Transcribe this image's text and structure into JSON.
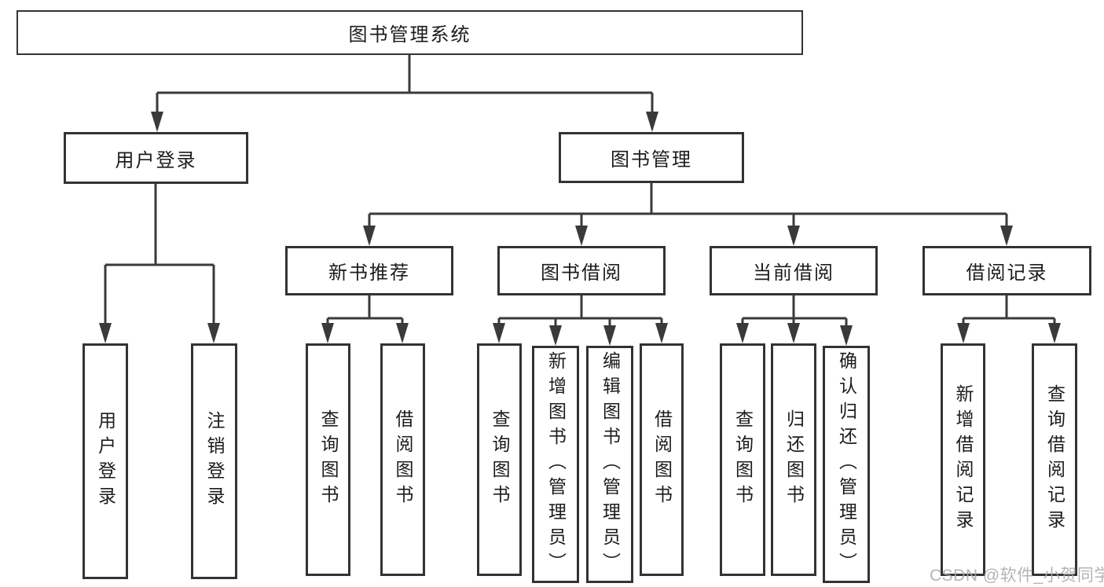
{
  "tree": {
    "label": "图书管理系统",
    "children": [
      {
        "label": "用户登录",
        "children": [
          {
            "label": "用户登录"
          },
          {
            "label": "注销登录"
          }
        ]
      },
      {
        "label": "图书管理",
        "children": [
          {
            "label": "新书推荐",
            "children": [
              {
                "label": "查询图书"
              },
              {
                "label": "借阅图书"
              }
            ]
          },
          {
            "label": "图书借阅",
            "children": [
              {
                "label": "查询图书"
              },
              {
                "label": "新增图书（管理员）"
              },
              {
                "label": "编辑图书（管理员）"
              },
              {
                "label": "借阅图书"
              }
            ]
          },
          {
            "label": "当前借阅",
            "children": [
              {
                "label": "查询图书"
              },
              {
                "label": "归还图书"
              },
              {
                "label": "确认归还（管理员）"
              }
            ]
          },
          {
            "label": "借阅记录",
            "children": [
              {
                "label": "新增借阅记录"
              },
              {
                "label": "查询借阅记录"
              }
            ]
          }
        ]
      }
    ]
  },
  "watermark": "CSDN @软件_小贺同学",
  "colors": {
    "line": "#3a3a3a",
    "box_border": "#333333",
    "text": "#1c1c1c",
    "background": "#ffffff",
    "watermark": "#a8a8a8"
  }
}
